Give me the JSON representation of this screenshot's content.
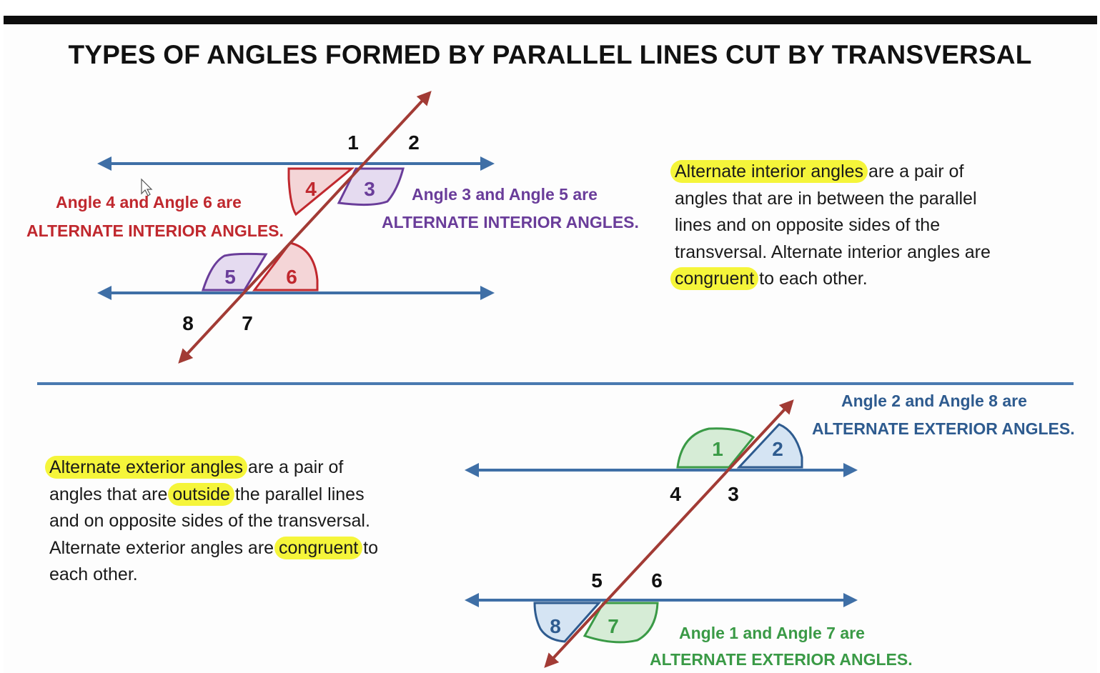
{
  "title": "TYPES OF ANGLES FORMED BY PARALLEL LINES CUT BY TRANSVERSAL",
  "top_diagram": {
    "numbers": [
      "1",
      "2",
      "4",
      "3",
      "5",
      "6",
      "8",
      "7"
    ],
    "red_caption": [
      "Angle 4 and Angle 6 are",
      "ALTERNATE INTERIOR ANGLES."
    ],
    "purple_caption": [
      "Angle 3 and Angle 5 are",
      "ALTERNATE INTERIOR ANGLES."
    ]
  },
  "interior_definition": {
    "highlight_term": "Alternate interior angles",
    "line1_rest": " are a pair of",
    "line2": "angles that are in between the parallel",
    "line3": "lines and on opposite sides of the",
    "line4": "transversal. Alternate interior angles are",
    "highlight_congruent": "congruent",
    "line5_rest": " to each other."
  },
  "bottom_diagram": {
    "numbers": [
      "1",
      "2",
      "4",
      "3",
      "5",
      "6",
      "8",
      "7"
    ],
    "blue_caption": [
      "Angle 2 and Angle 8 are",
      "ALTERNATE EXTERIOR ANGLES."
    ],
    "green_caption": [
      "Angle 1 and Angle 7 are",
      "ALTERNATE EXTERIOR ANGLES."
    ]
  },
  "exterior_definition": {
    "highlight_term": "Alternate exterior angles",
    "line1_rest": " are a pair of",
    "line2_pre": "angles that are ",
    "highlight_outside": "outside",
    "line2_rest": " the parallel lines",
    "line3": "and on opposite sides of the transversal.",
    "line4_pre": "Alternate exterior angles are ",
    "highlight_congruent": "congruent",
    "line4_rest": " to",
    "line5": "each other."
  },
  "colors": {
    "parallel_line": "#3f6fa6",
    "transversal": "#a23b35",
    "red": "#c0282e",
    "purple": "#6a3d9a",
    "blue": "#2e5b8f",
    "green": "#3a9a46",
    "highlight": "#f5f53a",
    "divider": "#4a7ab0"
  }
}
